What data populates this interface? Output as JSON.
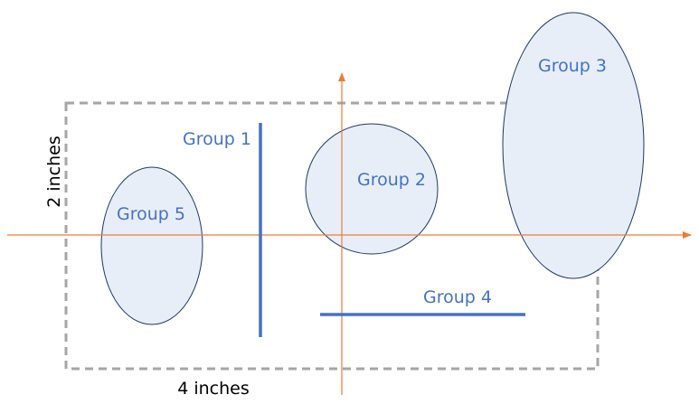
{
  "colors": {
    "group_fill": "#e8eef8",
    "group_stroke": "#1f3864",
    "group_text": "#4472c4",
    "line_group": "#4472c4",
    "axis": "#ed7d31",
    "dashed_box": "#a6a6a6",
    "dim_text": "#000000"
  },
  "groups": {
    "group1": "Group 1",
    "group2": "Group 2",
    "group3": "Group 3",
    "group4": "Group 4",
    "group5": "Group 5"
  },
  "dimensions": {
    "height_label": "2 inches",
    "width_label": "4 inches"
  }
}
